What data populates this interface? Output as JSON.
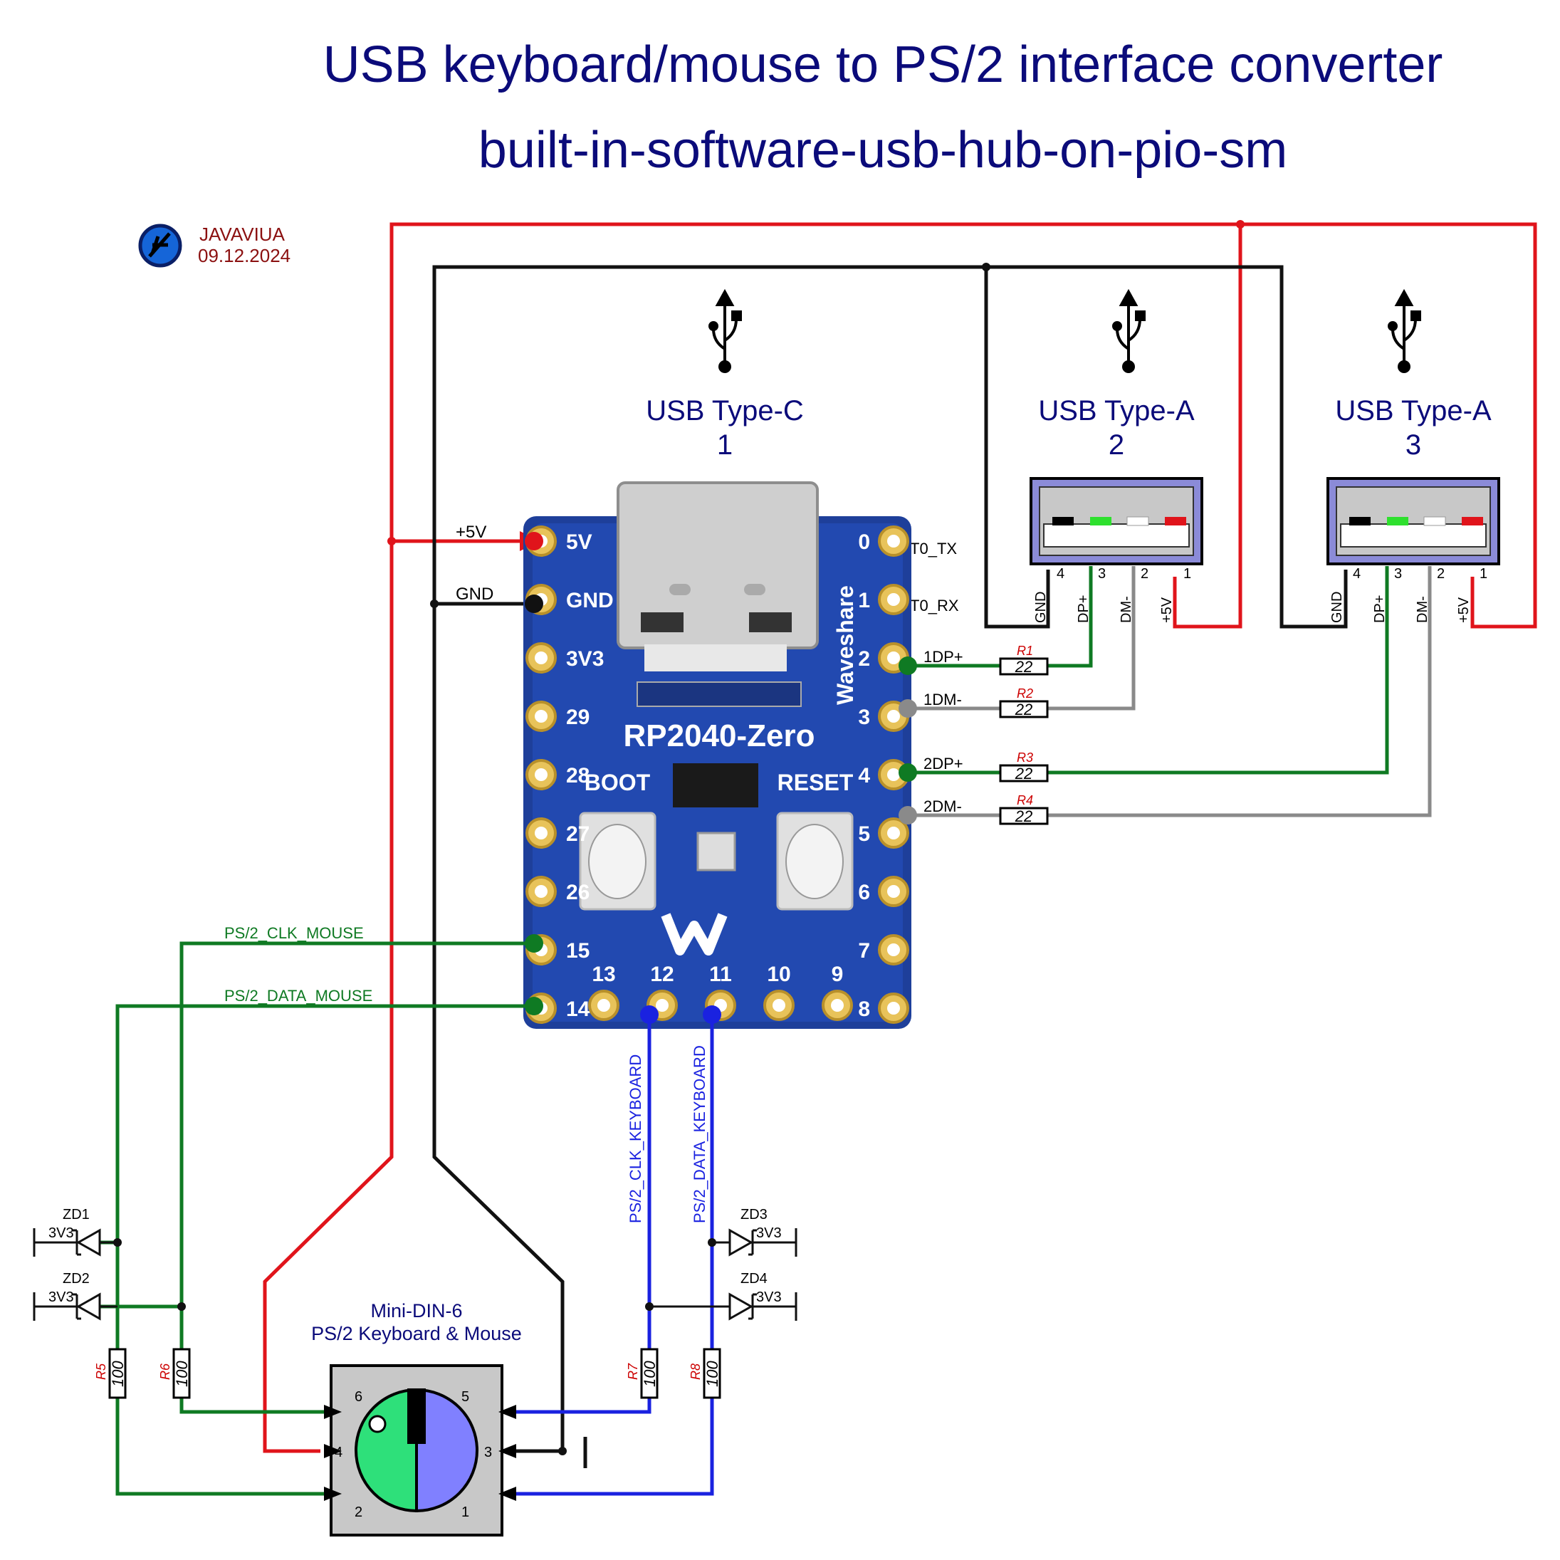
{
  "title": {
    "line1": "USB keyboard/mouse to PS/2 interface converter",
    "line2": "built-in-software-usb-hub-on-pio-sm"
  },
  "author": {
    "name": "JAVAVIUA",
    "date": "09.12.2024"
  },
  "colors": {
    "title": "#0b0b7a",
    "power": "#e0141b",
    "ground": "#111111",
    "green": "#0f7a23",
    "grey": "#8a8a8a",
    "blue": "#1a22e0",
    "board": "#1e3f9a",
    "resistor_label": "#cc0000"
  },
  "usb_ports": [
    {
      "type": "USB Type-C",
      "number": "1"
    },
    {
      "type": "USB Type-A",
      "number": "2",
      "pins": [
        "GND",
        "DP+",
        "DM-",
        "+5V"
      ],
      "pin_numbers": [
        "4",
        "3",
        "2",
        "1"
      ]
    },
    {
      "type": "USB Type-A",
      "number": "3",
      "pins": [
        "GND",
        "DP+",
        "DM-",
        "+5V"
      ],
      "pin_numbers": [
        "4",
        "3",
        "2",
        "1"
      ]
    }
  ],
  "board": {
    "name": "RP2040-Zero",
    "brand": "Waveshare",
    "boot": "BOOT",
    "reset": "RESET",
    "left_pins": [
      "5V",
      "GND",
      "3V3",
      "29",
      "28",
      "27",
      "26",
      "15",
      "14"
    ],
    "right_pins": [
      "0",
      "1",
      "2",
      "3",
      "4",
      "5",
      "6",
      "7",
      "8"
    ],
    "bottom_pins": [
      "13",
      "12",
      "11",
      "10",
      "9"
    ]
  },
  "nets": {
    "p5v": "+5V",
    "gnd": "GND",
    "uart_tx": "UART0_TX",
    "uart_rx": "UART0_RX",
    "dp1": "1DP+",
    "dm1": "1DM-",
    "dp2": "2DP+",
    "dm2": "2DM-",
    "clk_mouse": "PS/2_CLK_MOUSE",
    "data_mouse": "PS/2_DATA_MOUSE",
    "clk_kb": "PS/2_CLK_KEYBOARD",
    "data_kb": "PS/2_DATA_KEYBOARD"
  },
  "resistors": [
    {
      "ref": "R1",
      "value": "22"
    },
    {
      "ref": "R2",
      "value": "22"
    },
    {
      "ref": "R3",
      "value": "22"
    },
    {
      "ref": "R4",
      "value": "22"
    },
    {
      "ref": "R5",
      "value": "100"
    },
    {
      "ref": "R6",
      "value": "100"
    },
    {
      "ref": "R7",
      "value": "100"
    },
    {
      "ref": "R8",
      "value": "100"
    }
  ],
  "zeners": [
    {
      "ref": "ZD1",
      "value": "3V3"
    },
    {
      "ref": "ZD2",
      "value": "3V3"
    },
    {
      "ref": "ZD3",
      "value": "3V3"
    },
    {
      "ref": "ZD4",
      "value": "3V3"
    }
  ],
  "connector": {
    "name": "Mini-DIN-6",
    "desc": "PS/2 Keyboard & Mouse",
    "pins": [
      "6",
      "5",
      "4",
      "3",
      "2",
      "1"
    ]
  }
}
